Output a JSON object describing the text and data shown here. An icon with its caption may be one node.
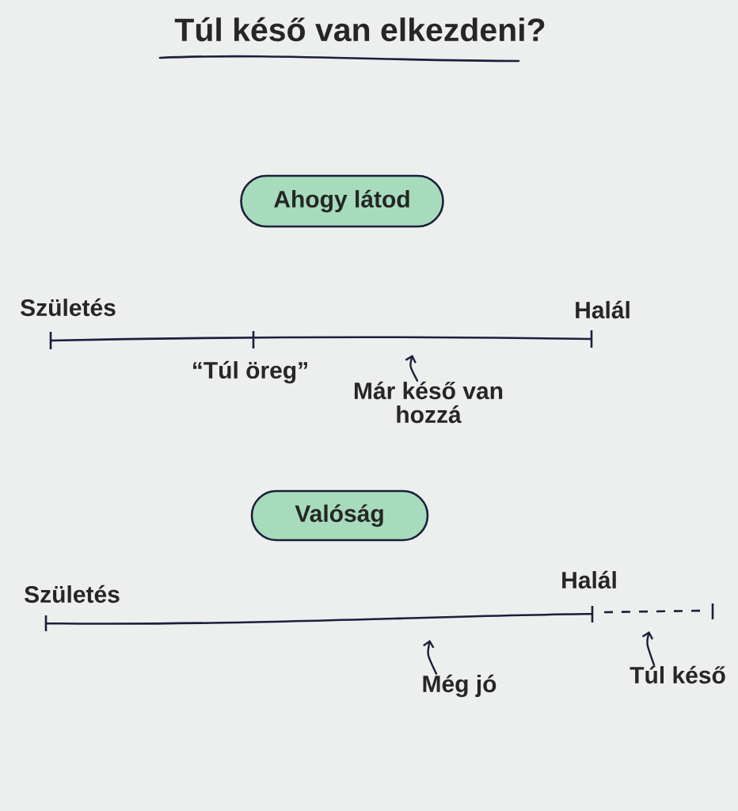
{
  "diagram": {
    "title": "Túl késő van elkezdeni?",
    "nodes": [
      {
        "text": [
          "Ahogy látod"
        ]
      },
      {
        "text": [
          "Már késő van hozzá"
        ]
      },
      {
        "text": [
          "Valóság"
        ]
      },
      {
        "text": [
          "Még jó"
        ]
      },
      {
        "text": [
          "Túl késő"
        ]
      }
    ],
    "edges": [
      {
        "from": 1,
        "to": null,
        "arrow": "to"
      },
      {
        "from": 3,
        "to": null,
        "arrow": "to"
      },
      {
        "from": 4,
        "to": null,
        "arrow": "to"
      }
    ],
    "labels": [
      "Születés",
      "Halál",
      "“Túl öreg”",
      "Születés",
      "Halál"
    ]
  }
}
